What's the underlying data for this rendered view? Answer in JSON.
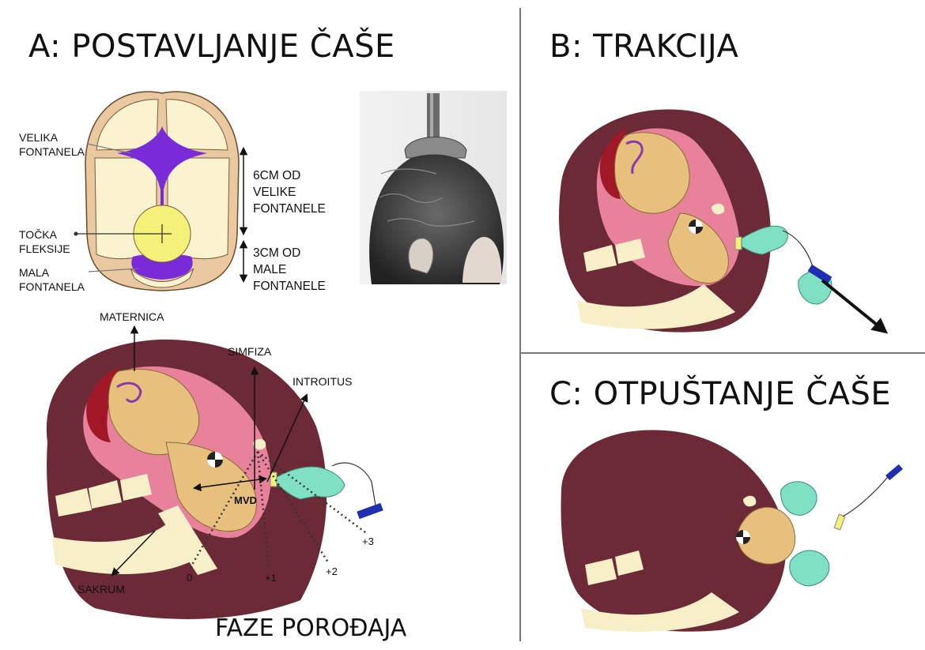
{
  "panels": {
    "a": {
      "title": "A: POSTAVLJANJE ČAŠE"
    },
    "b": {
      "title": "B: TRAKCIJA"
    },
    "c": {
      "title": "C: OTPUŠTANJE ČAŠE"
    }
  },
  "skull_labels": {
    "velika_fontanela": [
      "VELIKA",
      "FONTANELA"
    ],
    "tocka_fleksije": [
      "TOČKA",
      "FLEKSIJE"
    ],
    "mala_fontanela": [
      "MALA",
      "FONTANELA"
    ],
    "distance_6cm": [
      "6CM OD",
      "VELIKE",
      "FONTANELE"
    ],
    "distance_3cm": [
      "3CM OD",
      "MALE",
      "FONTANELE"
    ]
  },
  "anatomy_labels": {
    "maternica": "MATERNICA",
    "simfiza": "SIMFIZA",
    "introitus": "INTROITUS",
    "sakrum": "SAKRUM",
    "mvd": "MVD"
  },
  "stations": [
    "0",
    "+1",
    "+2",
    "+3"
  ],
  "caption": "FAZE POROĐAJA",
  "colors": {
    "uterus": "#6b2a35",
    "inner_pink": "#e8829a",
    "fetus": "#e8c07e",
    "bone": "#f6efc7",
    "placenta": "#a01828",
    "fontanelle": "#7a2bd8",
    "flexion_point": "#f4f07a",
    "skull_fill": "#fbf3cf",
    "hand": "#7fe0c4",
    "handle": "#1e2fb0",
    "divider": "#777777"
  }
}
